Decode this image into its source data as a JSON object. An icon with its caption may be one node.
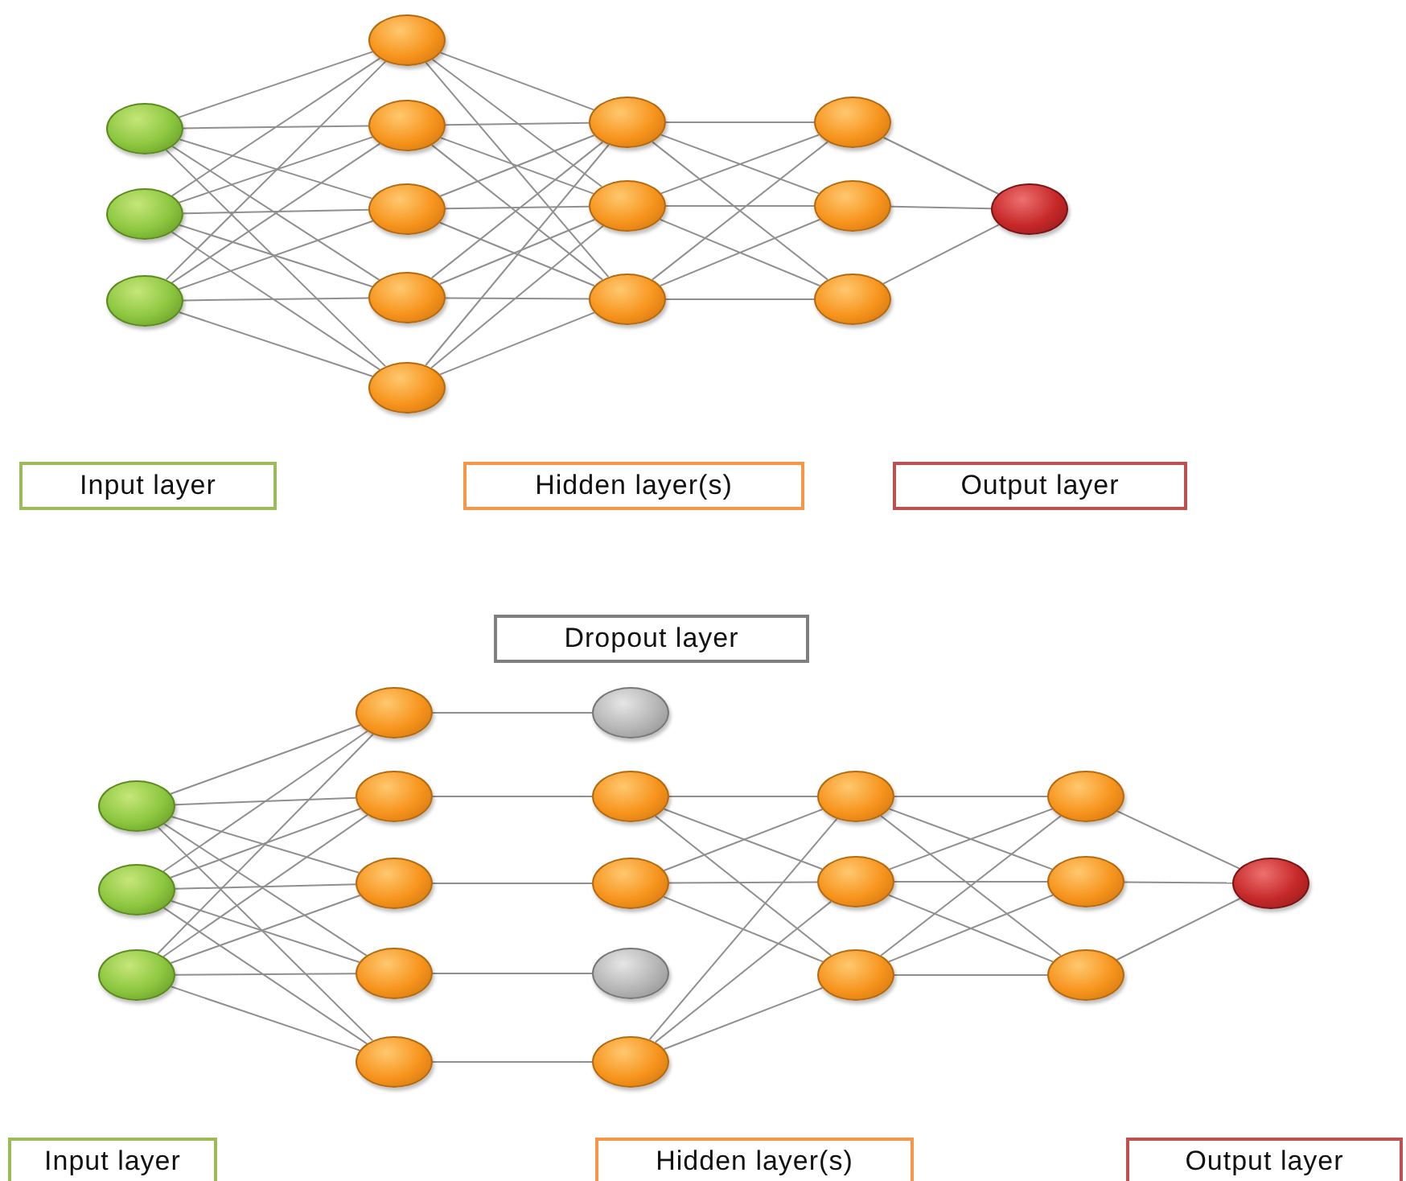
{
  "diagram": {
    "nodes": [
      {
        "text": [],
        "shape": "circle"
      },
      {
        "text": [],
        "shape": "circle"
      },
      {
        "text": [],
        "shape": "circle"
      },
      {
        "text": [],
        "shape": "circle"
      },
      {
        "text": [],
        "shape": "circle"
      },
      {
        "text": [],
        "shape": "circle"
      },
      {
        "text": [],
        "shape": "circle"
      },
      {
        "text": [],
        "shape": "circle"
      },
      {
        "text": [],
        "shape": "circle"
      },
      {
        "text": [],
        "shape": "circle"
      },
      {
        "text": [],
        "shape": "circle"
      },
      {
        "text": [],
        "shape": "circle"
      },
      {
        "text": [],
        "shape": "circle"
      },
      {
        "text": [],
        "shape": "circle"
      },
      {
        "text": [],
        "shape": "circle"
      },
      {
        "text": [
          "Input layer"
        ]
      },
      {
        "text": [
          "Hidden layer(s)"
        ]
      },
      {
        "text": [
          "Output layer"
        ]
      },
      {
        "text": [
          "Dropout layer"
        ]
      },
      {
        "text": [],
        "shape": "circle"
      },
      {
        "text": [],
        "shape": "circle"
      },
      {
        "text": [],
        "shape": "circle"
      },
      {
        "text": [],
        "shape": "circle"
      },
      {
        "text": [],
        "shape": "circle"
      },
      {
        "text": [],
        "shape": "circle"
      },
      {
        "text": [],
        "shape": "circle"
      },
      {
        "text": [],
        "shape": "circle"
      },
      {
        "text": [],
        "shape": "circle"
      },
      {
        "text": [],
        "shape": "circle"
      },
      {
        "text": [],
        "shape": "circle"
      },
      {
        "text": [],
        "shape": "circle"
      },
      {
        "text": [],
        "shape": "circle"
      },
      {
        "text": [],
        "shape": "circle"
      },
      {
        "text": [],
        "shape": "circle"
      },
      {
        "text": [],
        "shape": "circle"
      },
      {
        "text": [],
        "shape": "circle"
      },
      {
        "text": [],
        "shape": "circle"
      },
      {
        "text": [],
        "shape": "circle"
      },
      {
        "text": [],
        "shape": "circle"
      },
      {
        "text": [
          "Input layer"
        ]
      },
      {
        "text": [
          "Hidden layer(s)"
        ]
      },
      {
        "text": [
          "Output layer"
        ]
      }
    ],
    "edges": [
      {
        "from": 0,
        "to": 3,
        "arrow": "none"
      },
      {
        "from": 0,
        "to": 4,
        "arrow": "none"
      },
      {
        "from": 0,
        "to": 5,
        "arrow": "none"
      },
      {
        "from": 0,
        "to": 6,
        "arrow": "none"
      },
      {
        "from": 0,
        "to": 7,
        "arrow": "none"
      },
      {
        "from": 1,
        "to": 3,
        "arrow": "none"
      },
      {
        "from": 1,
        "to": 4,
        "arrow": "none"
      },
      {
        "from": 1,
        "to": 5,
        "arrow": "none"
      },
      {
        "from": 1,
        "to": 6,
        "arrow": "none"
      },
      {
        "from": 1,
        "to": 7,
        "arrow": "none"
      },
      {
        "from": 2,
        "to": 3,
        "arrow": "none"
      },
      {
        "from": 2,
        "to": 4,
        "arrow": "none"
      },
      {
        "from": 2,
        "to": 5,
        "arrow": "none"
      },
      {
        "from": 2,
        "to": 6,
        "arrow": "none"
      },
      {
        "from": 2,
        "to": 7,
        "arrow": "none"
      },
      {
        "from": 3,
        "to": 8,
        "arrow": "none"
      },
      {
        "from": 3,
        "to": 9,
        "arrow": "none"
      },
      {
        "from": 3,
        "to": 10,
        "arrow": "none"
      },
      {
        "from": 4,
        "to": 8,
        "arrow": "none"
      },
      {
        "from": 4,
        "to": 9,
        "arrow": "none"
      },
      {
        "from": 4,
        "to": 10,
        "arrow": "none"
      },
      {
        "from": 5,
        "to": 8,
        "arrow": "none"
      },
      {
        "from": 5,
        "to": 9,
        "arrow": "none"
      },
      {
        "from": 5,
        "to": 10,
        "arrow": "none"
      },
      {
        "from": 6,
        "to": 8,
        "arrow": "none"
      },
      {
        "from": 6,
        "to": 9,
        "arrow": "none"
      },
      {
        "from": 6,
        "to": 10,
        "arrow": "none"
      },
      {
        "from": 7,
        "to": 8,
        "arrow": "none"
      },
      {
        "from": 7,
        "to": 9,
        "arrow": "none"
      },
      {
        "from": 7,
        "to": 10,
        "arrow": "none"
      },
      {
        "from": 8,
        "to": 11,
        "arrow": "none"
      },
      {
        "from": 8,
        "to": 12,
        "arrow": "none"
      },
      {
        "from": 8,
        "to": 13,
        "arrow": "none"
      },
      {
        "from": 9,
        "to": 11,
        "arrow": "none"
      },
      {
        "from": 9,
        "to": 12,
        "arrow": "none"
      },
      {
        "from": 9,
        "to": 13,
        "arrow": "none"
      },
      {
        "from": 10,
        "to": 11,
        "arrow": "none"
      },
      {
        "from": 10,
        "to": 12,
        "arrow": "none"
      },
      {
        "from": 10,
        "to": 13,
        "arrow": "none"
      },
      {
        "from": 11,
        "to": 14,
        "arrow": "none"
      },
      {
        "from": 12,
        "to": 14,
        "arrow": "none"
      },
      {
        "from": 13,
        "to": 14,
        "arrow": "none"
      },
      {
        "from": 19,
        "to": 22,
        "arrow": "none"
      },
      {
        "from": 19,
        "to": 23,
        "arrow": "none"
      },
      {
        "from": 19,
        "to": 24,
        "arrow": "none"
      },
      {
        "from": 19,
        "to": 25,
        "arrow": "none"
      },
      {
        "from": 19,
        "to": 26,
        "arrow": "none"
      },
      {
        "from": 20,
        "to": 22,
        "arrow": "none"
      },
      {
        "from": 20,
        "to": 23,
        "arrow": "none"
      },
      {
        "from": 20,
        "to": 24,
        "arrow": "none"
      },
      {
        "from": 20,
        "to": 25,
        "arrow": "none"
      },
      {
        "from": 20,
        "to": 26,
        "arrow": "none"
      },
      {
        "from": 21,
        "to": 22,
        "arrow": "none"
      },
      {
        "from": 21,
        "to": 23,
        "arrow": "none"
      },
      {
        "from": 21,
        "to": 24,
        "arrow": "none"
      },
      {
        "from": 21,
        "to": 25,
        "arrow": "none"
      },
      {
        "from": 21,
        "to": 26,
        "arrow": "none"
      },
      {
        "from": 22,
        "to": 27,
        "arrow": "none"
      },
      {
        "from": 23,
        "to": 28,
        "arrow": "none"
      },
      {
        "from": 24,
        "to": 29,
        "arrow": "none"
      },
      {
        "from": 25,
        "to": 30,
        "arrow": "none"
      },
      {
        "from": 26,
        "to": 31,
        "arrow": "none"
      },
      {
        "from": 28,
        "to": 32,
        "arrow": "none"
      },
      {
        "from": 28,
        "to": 33,
        "arrow": "none"
      },
      {
        "from": 28,
        "to": 34,
        "arrow": "none"
      },
      {
        "from": 29,
        "to": 32,
        "arrow": "none"
      },
      {
        "from": 29,
        "to": 33,
        "arrow": "none"
      },
      {
        "from": 29,
        "to": 34,
        "arrow": "none"
      },
      {
        "from": 31,
        "to": 32,
        "arrow": "none"
      },
      {
        "from": 31,
        "to": 33,
        "arrow": "none"
      },
      {
        "from": 31,
        "to": 34,
        "arrow": "none"
      },
      {
        "from": 32,
        "to": 35,
        "arrow": "none"
      },
      {
        "from": 32,
        "to": 36,
        "arrow": "none"
      },
      {
        "from": 32,
        "to": 37,
        "arrow": "none"
      },
      {
        "from": 33,
        "to": 35,
        "arrow": "none"
      },
      {
        "from": 33,
        "to": 36,
        "arrow": "none"
      },
      {
        "from": 33,
        "to": 37,
        "arrow": "none"
      },
      {
        "from": 34,
        "to": 35,
        "arrow": "none"
      },
      {
        "from": 34,
        "to": 36,
        "arrow": "none"
      },
      {
        "from": 34,
        "to": 37,
        "arrow": "none"
      },
      {
        "from": 35,
        "to": 38,
        "arrow": "none"
      },
      {
        "from": 36,
        "to": 38,
        "arrow": "none"
      },
      {
        "from": 37,
        "to": 38,
        "arrow": "none"
      }
    ]
  }
}
